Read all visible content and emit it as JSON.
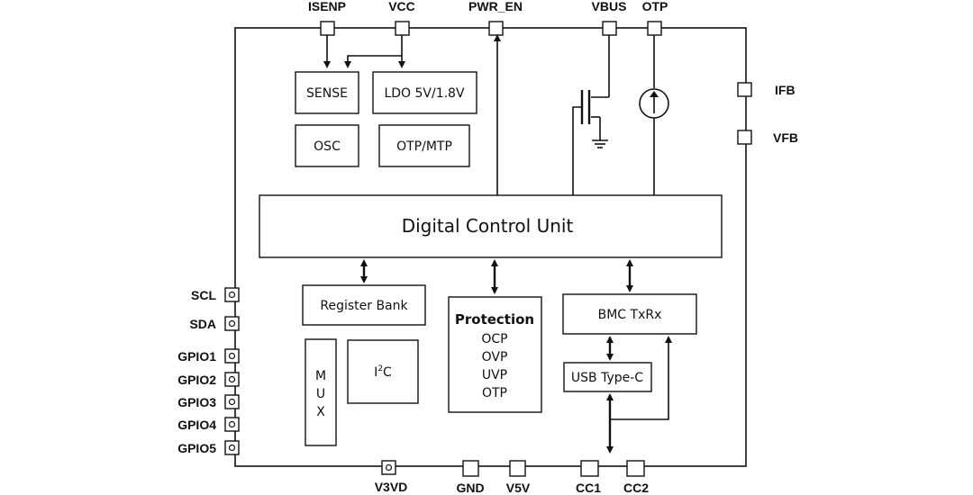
{
  "pins_top": [
    {
      "id": "isenp",
      "label": "ISENP"
    },
    {
      "id": "vcc",
      "label": "VCC"
    },
    {
      "id": "pwr_en",
      "label": "PWR_EN"
    },
    {
      "id": "vbus",
      "label": "VBUS"
    },
    {
      "id": "otp",
      "label": "OTP"
    }
  ],
  "pins_right": [
    {
      "id": "ifb",
      "label": "IFB"
    },
    {
      "id": "vfb",
      "label": "VFB"
    }
  ],
  "pins_left": [
    {
      "id": "scl",
      "label": "SCL"
    },
    {
      "id": "sda",
      "label": "SDA"
    },
    {
      "id": "gpio1",
      "label": "GPIO1"
    },
    {
      "id": "gpio2",
      "label": "GPIO2"
    },
    {
      "id": "gpio3",
      "label": "GPIO3"
    },
    {
      "id": "gpio4",
      "label": "GPIO4"
    },
    {
      "id": "gpio5",
      "label": "GPIO5"
    }
  ],
  "pins_bottom": [
    {
      "id": "v3vd",
      "label": "V3VD"
    },
    {
      "id": "gnd",
      "label": "GND"
    },
    {
      "id": "v5v",
      "label": "V5V"
    },
    {
      "id": "cc1",
      "label": "CC1"
    },
    {
      "id": "cc2",
      "label": "CC2"
    }
  ],
  "blocks": {
    "sense": "SENSE",
    "ldo": "LDO 5V/1.8V",
    "osc": "OSC",
    "otp_mtp": "OTP/MTP",
    "dcu": "Digital Control Unit",
    "register_bank": "Register Bank",
    "mux": [
      "M",
      "U",
      "X"
    ],
    "i2c_base": "I",
    "i2c_sup": "2",
    "i2c_tail": "C",
    "protection_title": "Protection",
    "protection_items": [
      "OCP",
      "OVP",
      "UVP",
      "OTP"
    ],
    "bmc": "BMC TxRx",
    "usb_typec": "USB Type-C"
  }
}
